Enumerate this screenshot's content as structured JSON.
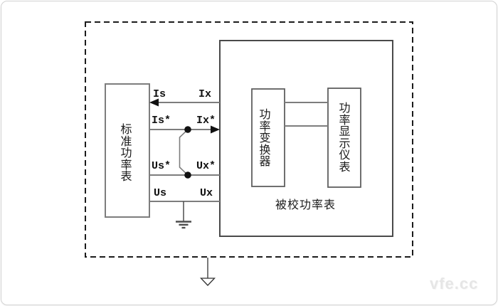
{
  "diagram": {
    "standard_meter_label": "标准功率表",
    "dut_label": "被校功率表",
    "converter_label": "功率变换器",
    "display_label": "功率显示仪表",
    "wire_labels": {
      "is": "Is",
      "ix": "Ix",
      "is_star": "Is*",
      "ix_star": "Ix*",
      "us_star": "Us*",
      "ux_star": "Ux*",
      "us": "Us",
      "ux": "Ux"
    }
  },
  "watermark": "vfe.cc",
  "colors": {
    "wire": "#7d7d7d",
    "boundary_dash": "#1b1b1b",
    "dut_border": "#4a4a4a",
    "inner_border": "#5f5f5f",
    "text": "#111111",
    "watermark": "#e6e6e6",
    "background": "#ffffff"
  }
}
